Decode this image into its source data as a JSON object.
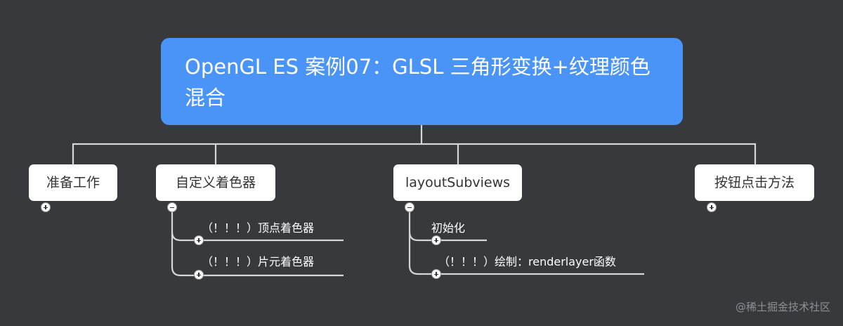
{
  "root": {
    "title": "OpenGL ES 案例07：GLSL 三角形变换+纹理颜色混合"
  },
  "branches": [
    {
      "label": "准备工作",
      "state": "collapsed",
      "children": []
    },
    {
      "label": "自定义着色器",
      "state": "expanded",
      "children": [
        {
          "label": "（！！！）顶点着色器"
        },
        {
          "label": "（！！！）片元着色器"
        }
      ]
    },
    {
      "label": "layoutSubviews",
      "state": "expanded",
      "children": [
        {
          "label": "初始化"
        },
        {
          "label": "（！！！）绘制：renderlayer函数"
        }
      ]
    },
    {
      "label": "按钮点击方法",
      "state": "collapsed",
      "children": []
    }
  ],
  "watermark": "@稀土掘金技术社区",
  "colors": {
    "background": "#37393d",
    "root": "#4a94f8",
    "node": "#ffffff",
    "line": "#d6d6d6"
  }
}
